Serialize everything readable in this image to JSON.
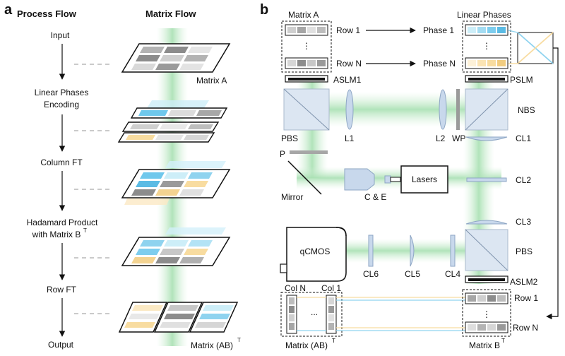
{
  "panel_a": {
    "letter": "a",
    "process_header": "Process Flow",
    "matrix_header": "Matrix Flow",
    "steps": {
      "input": "Input",
      "linear_line1": "Linear Phases",
      "linear_line2": "Encoding",
      "column_ft": "Column FT",
      "hadamard_line1": "Hadamard Product",
      "hadamard_line2_main": "with Matrix B",
      "hadamard_line2_sup": "T",
      "row_ft": "Row FT",
      "output": "Output"
    },
    "matrix_a": "Matrix A",
    "matrix_abt_main": "Matrix (AB)",
    "matrix_abt_sup": "T"
  },
  "panel_b": {
    "letter": "b",
    "matrix_a": "Matrix A",
    "linear_phases": "Linear Phases",
    "row_1": "Row 1",
    "row_n": "Row N",
    "phase_1": "Phase 1",
    "phase_n": "Phase N",
    "vdots": "⋮",
    "hdots": "...",
    "aslm1": "ASLM1",
    "pslm": "PSLM",
    "nbs": "NBS",
    "pbs_top": "PBS",
    "l1": "L1",
    "l2": "L2",
    "wp": "WP",
    "cl1": "CL1",
    "cl2": "CL2",
    "cl3": "CL3",
    "p": "P",
    "mirror": "Mirror",
    "ce": "C & E",
    "lasers": "Lasers",
    "qcmos": "qCMOS",
    "cl6": "CL6",
    "cl5": "CL5",
    "cl4": "CL4",
    "pbs_bottom": "PBS",
    "aslm2": "ASLM2",
    "col_n": "Col N",
    "col_1": "Col 1",
    "row_1_b": "Row 1",
    "row_n_b": "Row N",
    "matrix_abt_main": "Matrix (AB)",
    "matrix_abt_sup": "T",
    "matrix_bt_main": "Matrix B",
    "matrix_bt_sup": "T"
  },
  "colors": {
    "beam": "#bfe8c6",
    "blue": "#8fd3ef",
    "orange": "#f8dca0",
    "gray_dark": "#8a8a8a",
    "gray_mid": "#b5b5b5",
    "gray_light": "#dedede",
    "optic": "#c8d8ec"
  }
}
